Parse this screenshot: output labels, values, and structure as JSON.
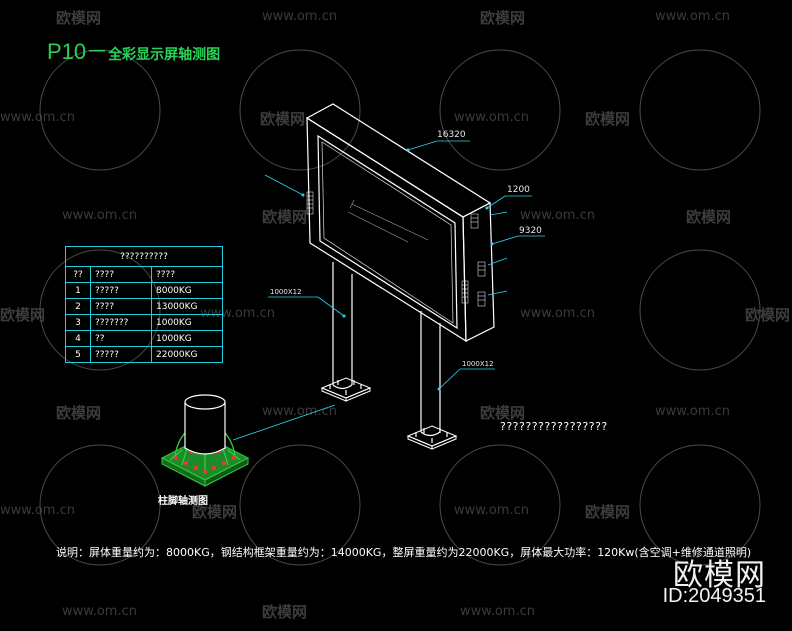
{
  "title": {
    "main": "P10－",
    "sub": "全彩显示屏轴测图"
  },
  "table": {
    "header": "??????????",
    "columns": [
      "??",
      "????",
      "????"
    ],
    "rows": [
      [
        "1",
        "?????",
        "8000KG"
      ],
      [
        "2",
        "????",
        "13000KG"
      ],
      [
        "3",
        "???????",
        "1000KG"
      ],
      [
        "4",
        "??",
        "1000KG"
      ],
      [
        "5",
        "?????",
        "22000KG"
      ]
    ]
  },
  "dims": {
    "top": "16320",
    "thick": "1200",
    "height": "9320",
    "col1": "1000X12",
    "col2": "1000X12"
  },
  "base_label": "柱脚轴测图",
  "question_note": "?????????????????",
  "note": "说明：屏体重量约为：8000KG，钢结构框架重量约为：14000KG，整屏重量约为22000KG，屏体最大功率：120Kw(含空调+维修通道照明)",
  "watermark": {
    "brand": "欧模网",
    "site": "www.om.cn",
    "id": "ID:2049351"
  },
  "colors": {
    "cad_line": "#ffffff",
    "dim_line": "#29d8f0",
    "title": "#28d25a",
    "base": "#2ecc40",
    "anchor": "#ff3030"
  }
}
